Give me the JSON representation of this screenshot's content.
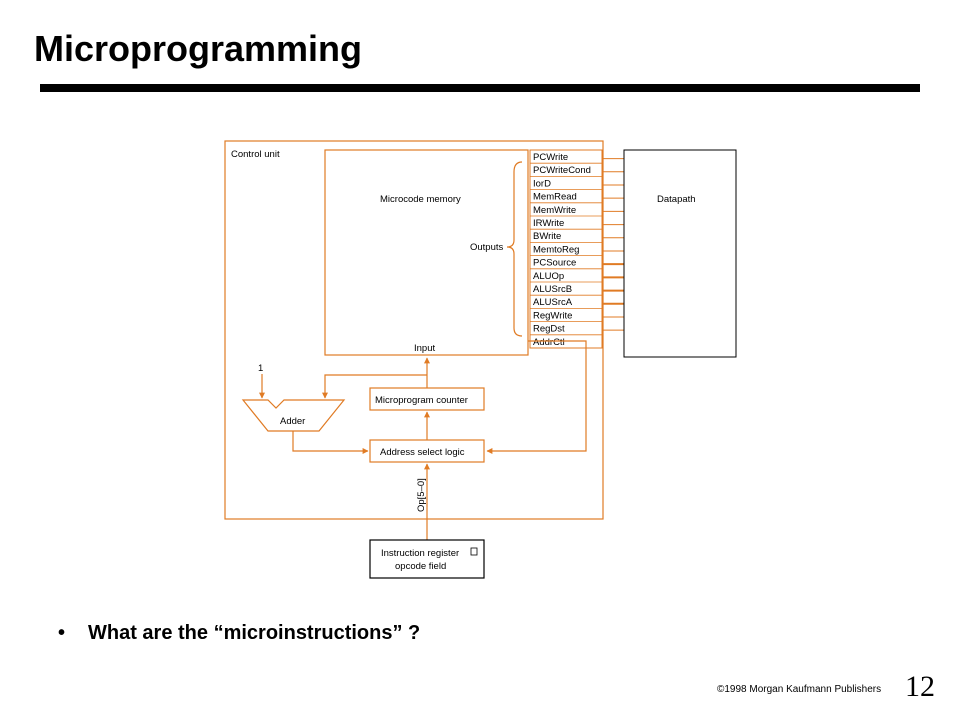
{
  "slide": {
    "title": "Microprogramming",
    "bullet_symbol": "•",
    "bullet_text": "What are the “microinstructions” ?",
    "copyright": "©1998 Morgan Kaufmann Publishers",
    "page_number": "12"
  },
  "diagram": {
    "control_unit_label": "Control unit",
    "microcode_memory_label": "Microcode memory",
    "outputs_label": "Outputs",
    "input_label": "Input",
    "datapath_label": "Datapath",
    "adder_label": "Adder",
    "constant_one": "1",
    "microprogram_counter_label": "Microprogram counter",
    "address_select_logic_label": "Address select logic",
    "op_label": "Op[5–0]",
    "instruction_register_line1": "Instruction register",
    "instruction_register_line2": "opcode field",
    "signals": [
      "PCWrite",
      "PCWriteCond",
      "IorD",
      "MemRead",
      "MemWrite",
      "IRWrite",
      "BWrite",
      "MemtoReg",
      "PCSource",
      "ALUOp",
      "ALUSrcB",
      "ALUSrcA",
      "RegWrite",
      "RegDst",
      "AddrCtl"
    ],
    "colors": {
      "accent": "#e07b24",
      "text": "#000000",
      "background": "#ffffff"
    }
  }
}
